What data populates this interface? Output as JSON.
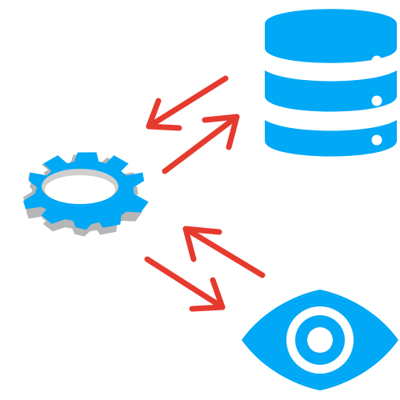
{
  "colors": {
    "accent": "#00A8F5",
    "accent_dark": "#007BB8",
    "side_gray": "#B6B6B6",
    "hole_gray": "#CFCFCF",
    "arrow": "#E63A2E",
    "background": "#FFFFFF"
  },
  "nodes": [
    {
      "id": "gear",
      "icon": "gear-icon"
    },
    {
      "id": "database",
      "icon": "database-icon"
    },
    {
      "id": "eye",
      "icon": "eye-icon"
    }
  ],
  "connections": [
    {
      "from": "gear",
      "to": "database",
      "direction": "bidirectional"
    },
    {
      "from": "gear",
      "to": "eye",
      "direction": "bidirectional"
    }
  ]
}
